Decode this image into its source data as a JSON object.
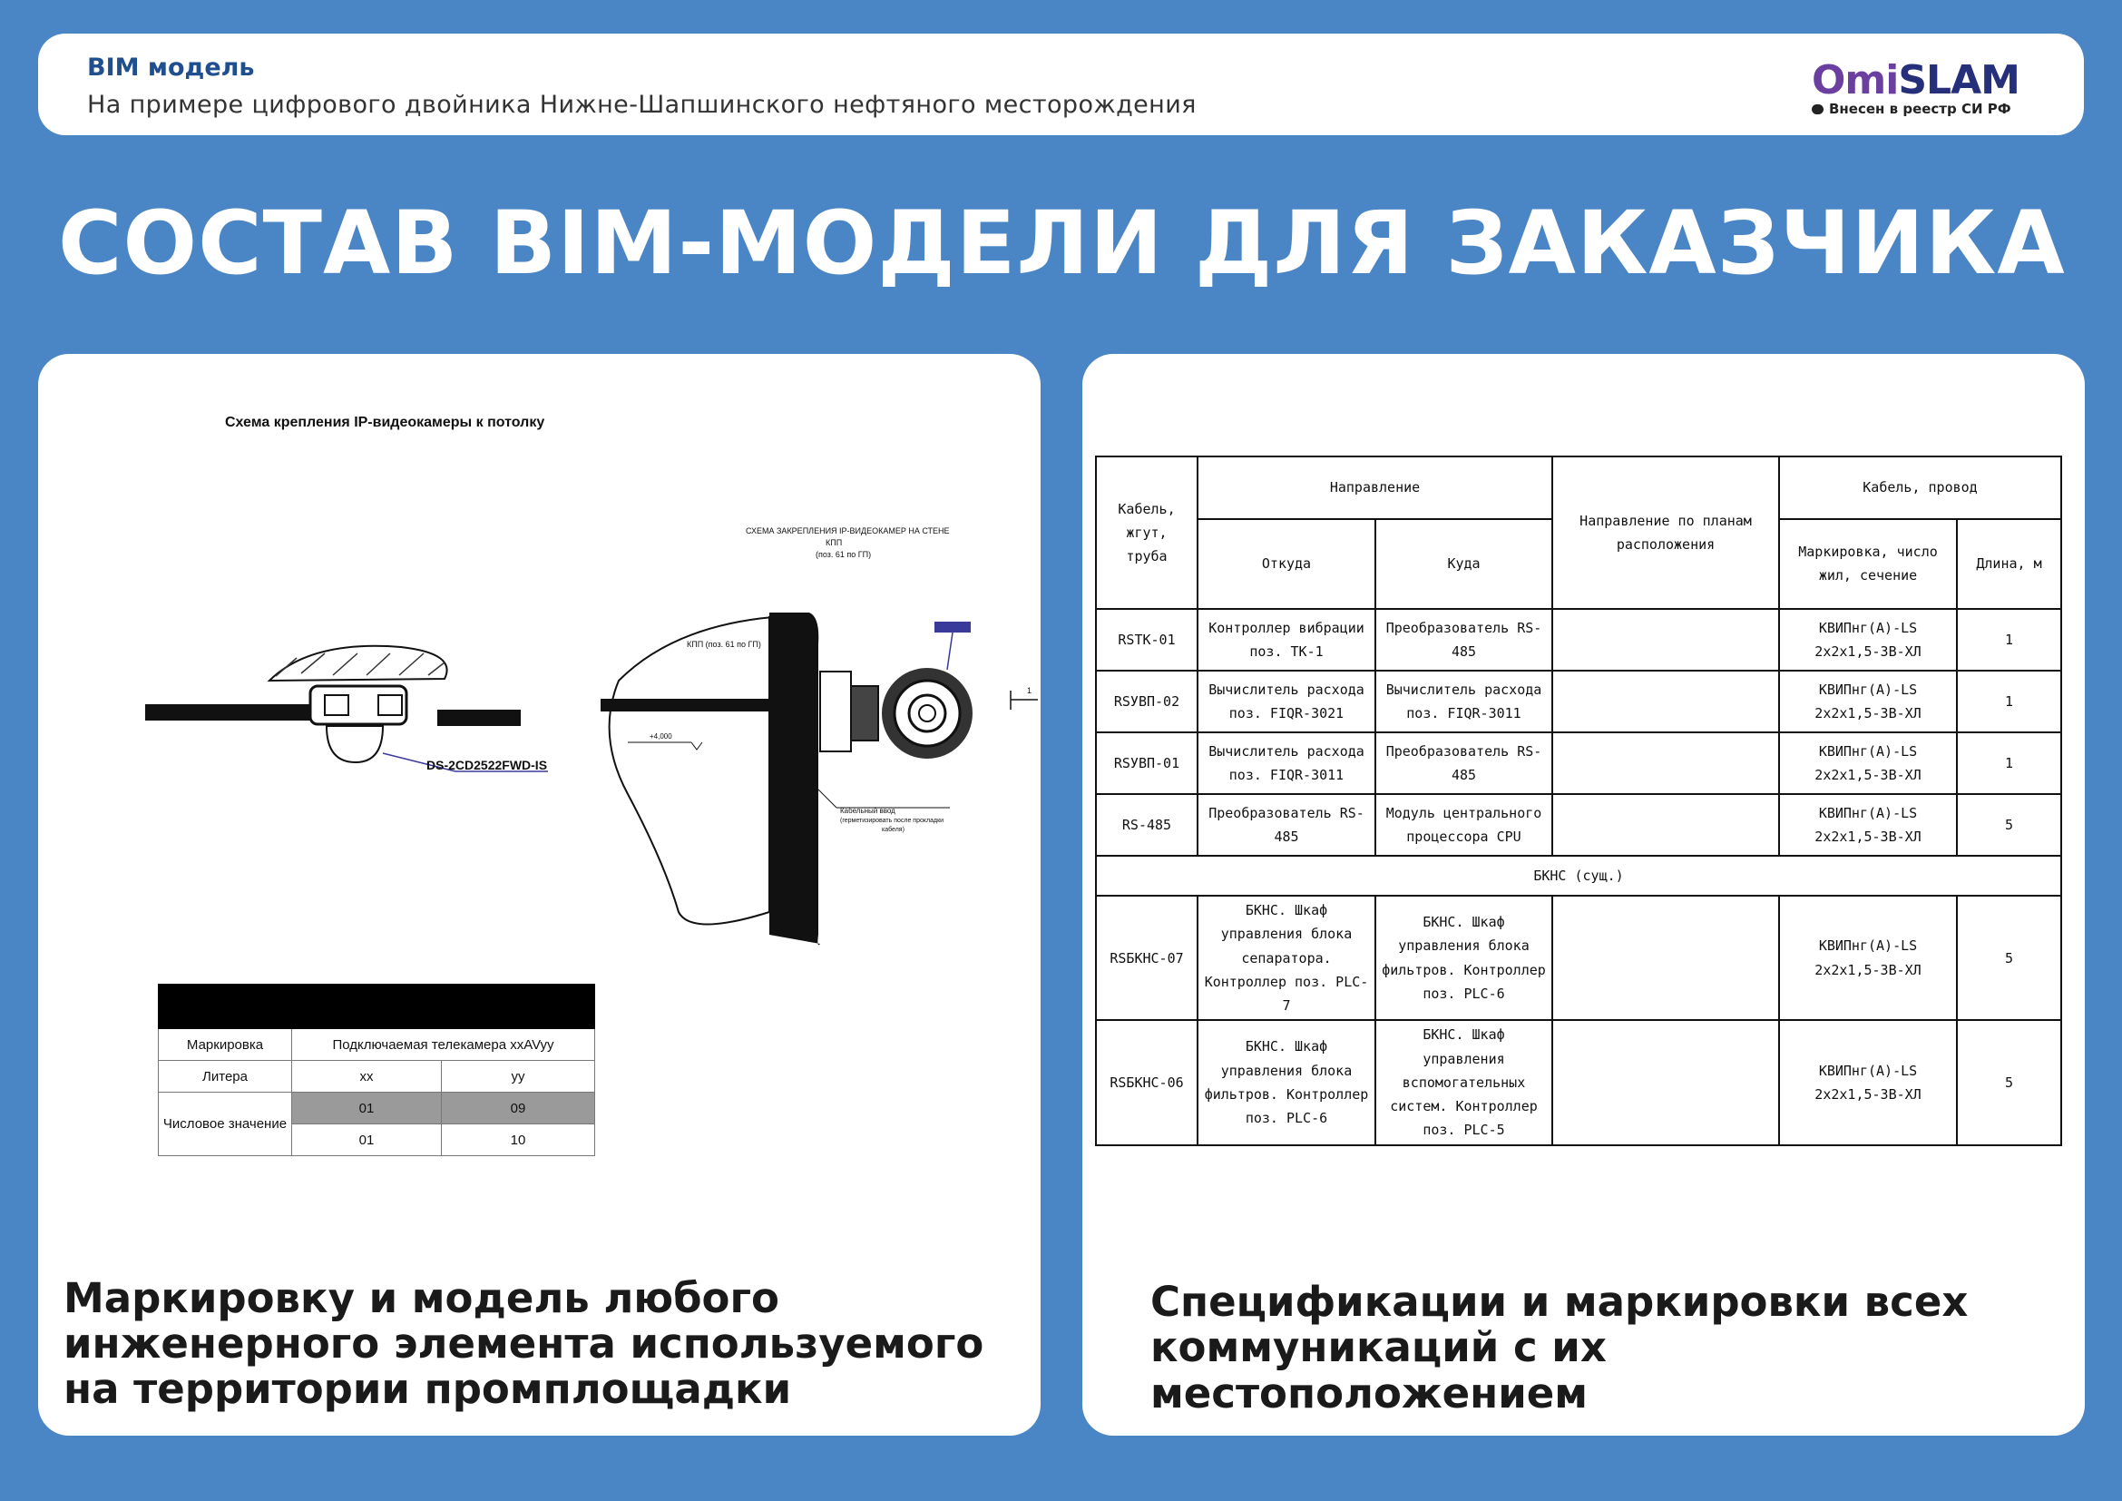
{
  "header": {
    "label": "BIM модель",
    "subtitle": "На примере цифрового двойника Нижне-Шапшинского нефтяного месторождения",
    "logo_om": "Omi",
    "logo_slam": "SLAM",
    "logo_registry": "Внесен в реестр СИ РФ"
  },
  "title": "СОСТАВ BIM-МОДЕЛИ ДЛЯ ЗАКАЗЧИКА",
  "left_panel": {
    "drawing": {
      "heading": "Схема крепления IP-видеокамеры к потолку",
      "camera_label": "DS-2CD2522FWD-IS",
      "wall_heading_1": "СХЕМА ЗАКРЕПЛЕНИЯ IP-ВИДЕОКАМЕР НА СТЕНЕ",
      "wall_heading_2": "КПП",
      "wall_heading_3": "(поз. 61 по ГП)",
      "kpp_label": "КПП (поз. 61 по ГП)",
      "level_label": "+4,000",
      "entry_1": "Кабельный ввод",
      "entry_2": "(герметизировать после прокладки",
      "entry_3": "кабеля)",
      "axis_label": "1"
    },
    "marking_table": {
      "r1_label": "Маркировка",
      "r1_value": "Подключаемая телекамера xxAVyy",
      "r2_label": "Литера",
      "r2_c1": "xx",
      "r2_c2": "yy",
      "r3_label": "Числовое значение",
      "r3_a1": "01",
      "r3_a2": "09",
      "r3_b1": "01",
      "r3_b2": "10"
    },
    "caption": "Маркировку и модель любого инженерного элемента используемого на территории промплощадки"
  },
  "right_panel": {
    "table": {
      "h_cable": "Кабель, жгут, труба",
      "h_direction": "Направление",
      "h_from": "Откуда",
      "h_to": "Куда",
      "h_plan": "Направление по планам расположения",
      "h_wire": "Кабель, провод",
      "h_marking": "Маркировка, число жил, сечение",
      "h_length": "Длина, м",
      "rows": [
        {
          "id": "RSTK-01",
          "from": "Контроллер вибрации поз. TK-1",
          "to": "Преобразователь RS-485",
          "plan": "",
          "cable": "КВИПнг(А)-LS 2x2x1,5-ЗВ-ХЛ",
          "len": "1"
        },
        {
          "id": "RSУВП-02",
          "from": "Вычислитель расхода поз. FIQR-3021",
          "to": "Вычислитель расхода поз. FIQR-3011",
          "plan": "",
          "cable": "КВИПнг(А)-LS 2x2x1,5-ЗВ-ХЛ",
          "len": "1"
        },
        {
          "id": "RSУВП-01",
          "from": "Вычислитель расхода поз. FIQR-3011",
          "to": "Преобразователь RS-485",
          "plan": "",
          "cable": "КВИПнг(А)-LS 2x2x1,5-ЗВ-ХЛ",
          "len": "1"
        },
        {
          "id": "RS-485",
          "from": "Преобразователь RS-485",
          "to": "Модуль центрального процессора CPU",
          "plan": "",
          "cable": "КВИПнг(А)-LS 2x2x1,5-ЗВ-ХЛ",
          "len": "5"
        }
      ],
      "section": "БКНС (сущ.)",
      "rows2": [
        {
          "id": "RSБКНС-07",
          "from": "БКНС. Шкаф управления блока сепаратора. Контроллер поз. PLC-7",
          "to": "БКНС. Шкаф управления блока фильтров. Контроллер поз. PLC-6",
          "plan": "",
          "cable": "КВИПнг(А)-LS 2x2x1,5-ЗВ-ХЛ",
          "len": "5"
        },
        {
          "id": "RSБКНС-06",
          "from": "БКНС. Шкаф управления блока фильтров. Контроллер поз. PLC-6",
          "to": "БКНС. Шкаф управления вспомогательных систем. Контроллер поз. PLC-5",
          "plan": "",
          "cable": "КВИПнг(А)-LS 2x2x1,5-ЗВ-ХЛ",
          "len": "5"
        }
      ]
    },
    "caption": "Спецификации и маркировки всех коммуникаций с их местоположением"
  }
}
